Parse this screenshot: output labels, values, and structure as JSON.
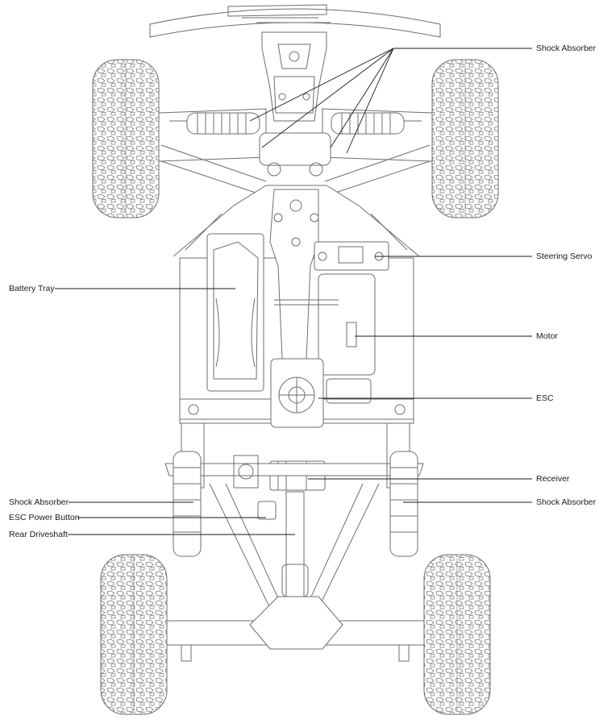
{
  "diagram": {
    "labels": {
      "shock_absorber_front": "Shock Absorber",
      "steering_servo": "Steering Servo",
      "battery_tray": "Battery Tray",
      "motor": "Motor",
      "esc": "ESC",
      "receiver": "Receiver",
      "shock_absorber_rear_left": "Shock Absorber",
      "shock_absorber_rear_right": "Shock Absorber",
      "esc_power_button": "ESC Power Button",
      "rear_driveshaft": "Rear Driveshaft"
    },
    "colors": {
      "drawing_stroke": "#6e6e6e",
      "leader_line": "#1a1a1a",
      "label_text": "#1a1a1a"
    }
  }
}
